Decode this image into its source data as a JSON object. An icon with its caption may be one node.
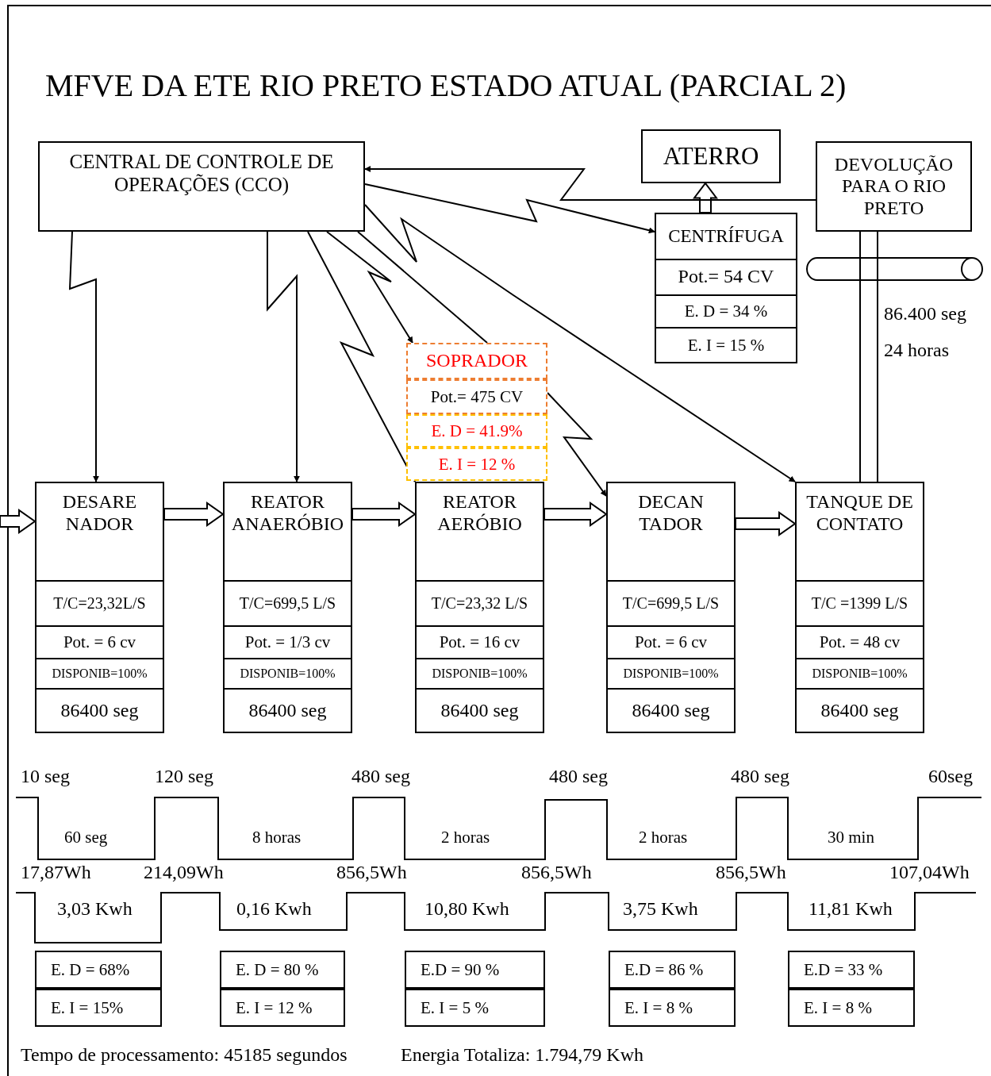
{
  "diagram": {
    "title": "MFVE DA ETE RIO PRETO ESTADO ATUAL (PARCIAL 2)",
    "nodes": [
      {
        "text": [
          "CENTRAL DE CONTROLE DE OPERAÇÕES  (CCO)"
        ]
      },
      {
        "text": [
          "ATERRO"
        ]
      },
      {
        "text": [
          "DEVOLUÇÃO PARA O RIO PRETO"
        ]
      },
      {
        "text": [
          "CENTRÍFUGA",
          "Pot.= 54 CV",
          "E. D = 34 %",
          "E. I =  15 %"
        ]
      },
      {
        "text": [
          "SOPRADOR",
          "Pot.= 475 CV",
          "E. D = 41.9%",
          "E. I = 12 %"
        ]
      },
      {
        "text": [
          "DESARE NADOR",
          "T/C=23,32L/S",
          "Pot. = 6 cv",
          "DISPONIB=100%",
          "86400 seg"
        ]
      },
      {
        "text": [
          "REATOR ANAERÓBIO",
          "T/C=699,5 L/S",
          "Pot. = 1/3 cv",
          "DISPONIB=100%",
          "86400 seg"
        ]
      },
      {
        "text": [
          "REATOR AERÓBIO",
          "T/C=23,32 L/S",
          "Pot. = 16 cv",
          "DISPONIB=100%",
          "86400 seg"
        ]
      },
      {
        "text": [
          "DECAN TADOR",
          "T/C=699,5 L/S",
          "Pot. = 6 cv",
          "DISPONIB=100%",
          "86400 seg"
        ]
      },
      {
        "text": [
          "TANQUE DE CONTATO",
          "T/C =1399 L/S",
          "Pot. = 48 cv",
          "DISPONIB=100%",
          "86400 seg"
        ]
      },
      {
        "text": [
          "E. D = 68%"
        ]
      },
      {
        "text": [
          "E. D = 80 %"
        ]
      },
      {
        "text": [
          "E.D = 90 %"
        ]
      },
      {
        "text": [
          "E.D = 86 %"
        ]
      },
      {
        "text": [
          "E.D = 33 %"
        ]
      },
      {
        "text": [
          "E. I = 15%"
        ]
      },
      {
        "text": [
          "E. I = 12 %"
        ]
      },
      {
        "text": [
          "E. I = 5 %"
        ]
      },
      {
        "text": [
          "E. I = 8 %"
        ]
      },
      {
        "text": [
          "E. I = 8 %"
        ]
      }
    ],
    "edges": [
      {
        "from": null,
        "to": 5,
        "arrow": "to",
        "style": "thick"
      },
      {
        "from": 5,
        "to": 6,
        "arrow": "to",
        "style": "thick"
      },
      {
        "from": 6,
        "to": 7,
        "arrow": "to",
        "style": "thick"
      },
      {
        "from": 7,
        "to": 8,
        "arrow": "to",
        "style": "thick"
      },
      {
        "from": 8,
        "to": 9,
        "arrow": "to",
        "style": "thick"
      },
      {
        "from": 3,
        "to": 1,
        "arrow": "to",
        "style": "thick"
      },
      {
        "from": 0,
        "to": 5,
        "arrow": "to"
      },
      {
        "from": 0,
        "to": 6,
        "arrow": "to"
      },
      {
        "from": 0,
        "to": 7,
        "arrow": "to"
      },
      {
        "from": 0,
        "to": 4,
        "arrow": "to"
      },
      {
        "from": 0,
        "to": 4,
        "arrow": "none"
      },
      {
        "from": 0,
        "to": 9,
        "arrow": "to"
      },
      {
        "from": 0,
        "to": 3,
        "arrow": "to"
      },
      {
        "from": 2,
        "to": 0,
        "arrow": "to"
      },
      {
        "from": 4,
        "to": 8,
        "arrow": "to"
      },
      {
        "from": 9,
        "to": 2,
        "arrow": "none"
      }
    ],
    "labels": [
      "86.400 seg",
      "24 horas",
      "10 seg",
      "120 seg",
      "480 seg",
      "480 seg",
      "480 seg",
      "60seg",
      "60 seg",
      "8 horas",
      "2 horas",
      "2 horas",
      "30 min",
      "17,87Wh",
      "214,09Wh",
      "856,5Wh",
      "856,5Wh",
      "856,5Wh",
      "107,04Wh",
      "3,03 Kwh",
      "0,16 Kwh",
      "10,80 Kwh",
      "3,75 Kwh",
      "11,81 Kwh",
      "Tempo de processamento: 45185 segundos",
      "Energia Totaliza: 1.794,79 Kwh"
    ]
  }
}
